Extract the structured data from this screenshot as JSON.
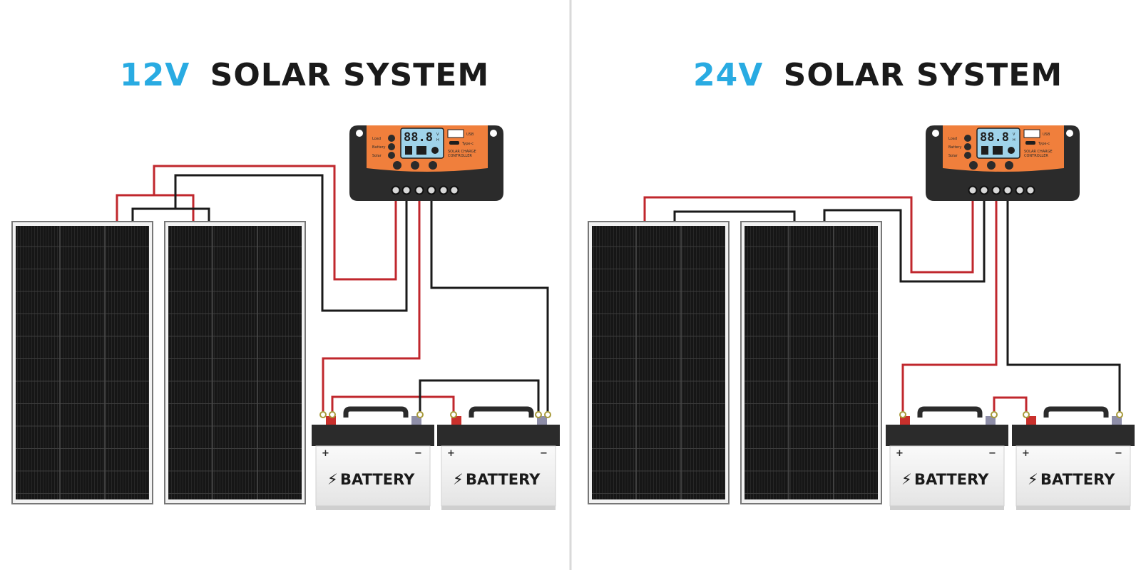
{
  "colors": {
    "accent": "#29abe2",
    "title_dark": "#1a1a1a",
    "wire_pos": "#c0272d",
    "wire_neg": "#1a1a1a",
    "controller_orange": "#f07f3c",
    "controller_body": "#2b2b2b",
    "lcd": "#9fd3ea",
    "panel": "#151515",
    "divider": "#d9d9d9"
  },
  "left": {
    "voltage": "12V",
    "title_rest": "SOLAR SYSTEM"
  },
  "right": {
    "voltage": "24V",
    "title_rest": "SOLAR SYSTEM"
  },
  "battery_label": "BATTERY",
  "battery_bolt": "⚡",
  "controller": {
    "lcd_value": "88.8",
    "lcd_unit_top": "V",
    "lcd_unit_bottom": "H",
    "usb_label": "USB",
    "typec_label": "Type-c",
    "name_line1": "SOLAR CHARGE",
    "name_line2": "CONTROLLER",
    "indicator_1": "Load",
    "indicator_2": "Battery",
    "indicator_3": "Solar"
  },
  "battery_terminals": {
    "plus": "+",
    "minus": "−"
  }
}
